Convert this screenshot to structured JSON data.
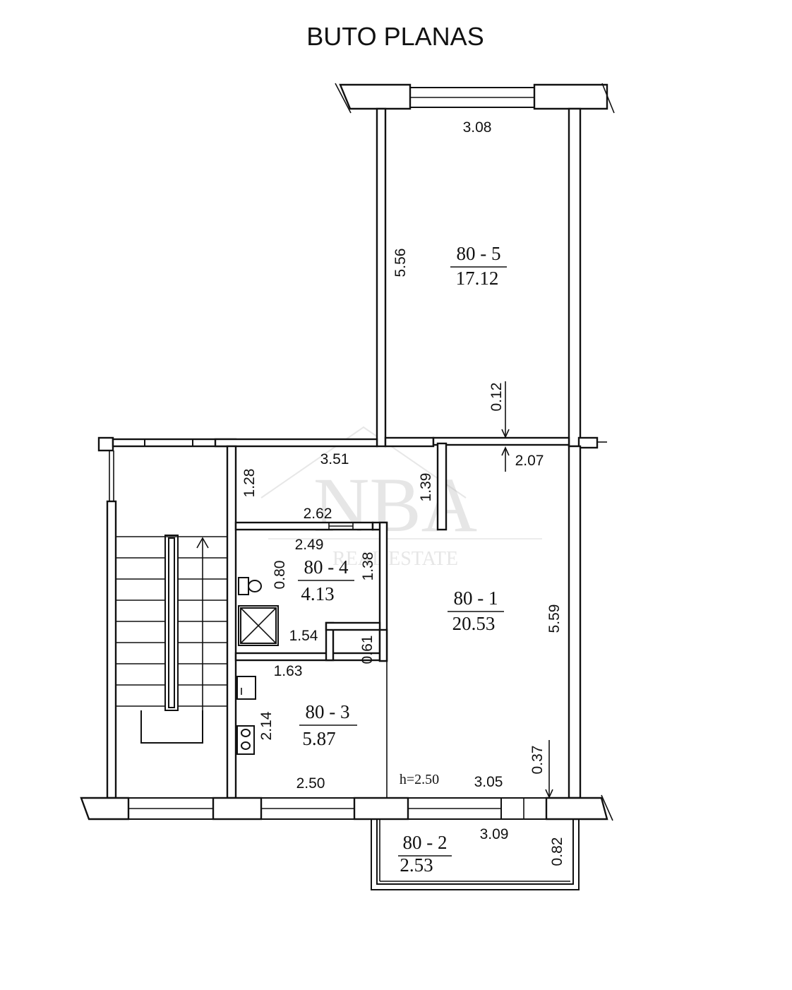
{
  "title": "BUTO PLANAS",
  "watermark": {
    "main": "NBA",
    "sub": "REAL ESTATE"
  },
  "rooms": [
    {
      "id": "80 - 5",
      "area": "17.12"
    },
    {
      "id": "80 - 1",
      "area": "20.53"
    },
    {
      "id": "80 - 4",
      "area": "4.13"
    },
    {
      "id": "80 - 3",
      "area": "5.87"
    },
    {
      "id": "80 - 2",
      "area": "2.53"
    }
  ],
  "dimensions": {
    "room5_width": "3.08",
    "room5_length": "5.56",
    "wall_gap": "0.12",
    "room1_width_top": "2.07",
    "corridor_width": "3.51",
    "corridor_height_left": "1.28",
    "corridor_height_right": "1.39",
    "hall_width": "2.62",
    "room4_width": "2.49",
    "room4_depth": "0.80",
    "room4_height": "1.38",
    "shower_width": "1.54",
    "niche_depth": "0.61",
    "room3_width_top": "1.63",
    "room3_height": "2.14",
    "room3_width_bottom": "2.50",
    "room1_length": "5.59",
    "room1_width_bottom": "3.05",
    "window_offset": "0.37",
    "balcony_width": "3.09",
    "balcony_depth": "0.82"
  },
  "ceiling_height": "h=2.50"
}
